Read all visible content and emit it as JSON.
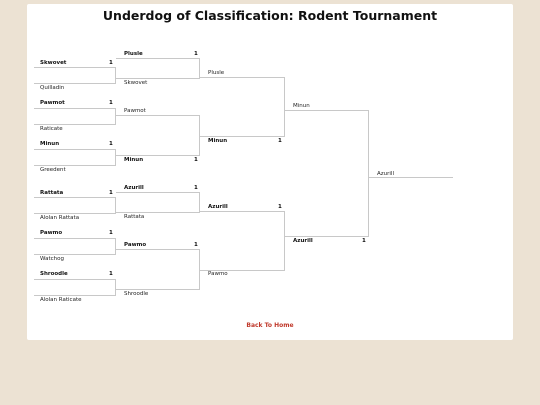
{
  "page": {
    "title": "Underdog of Classification: Rodent Tournament",
    "back_link": "Back To Home"
  },
  "round1": [
    {
      "top": "Skwovet",
      "top_score": "1",
      "bottom": "Quilladin"
    },
    {
      "top": "Pawmot",
      "top_score": "1",
      "bottom": "Raticate"
    },
    {
      "top": "Minun",
      "top_score": "1",
      "bottom": "Greedent"
    },
    {
      "top": "Rattata",
      "top_score": "1",
      "bottom": "Alolan Rattata"
    },
    {
      "top": "Pawmo",
      "top_score": "1",
      "bottom": "Watchog"
    },
    {
      "top": "Shroodle",
      "top_score": "1",
      "bottom": "Alolan Raticate"
    }
  ],
  "round2": [
    {
      "top": "Plusle",
      "top_score": "1",
      "bottom": "Skwovet"
    },
    {
      "top": "Pawmot",
      "bottom": "Minun",
      "bottom_score": "1"
    },
    {
      "top": "Azurill",
      "top_score": "1",
      "bottom": "Rattata"
    },
    {
      "top": "Pawmo",
      "top_score": "1",
      "bottom": "Shroodle"
    }
  ],
  "round3": [
    {
      "top": "Plusle",
      "bottom": "Minun",
      "bottom_score": "1"
    },
    {
      "top": "Azurill",
      "top_score": "1",
      "bottom": "Pawmo"
    }
  ],
  "round4": {
    "top": "Minun",
    "bottom": "Azurill",
    "bottom_score": "1"
  },
  "champion": "Azurill"
}
